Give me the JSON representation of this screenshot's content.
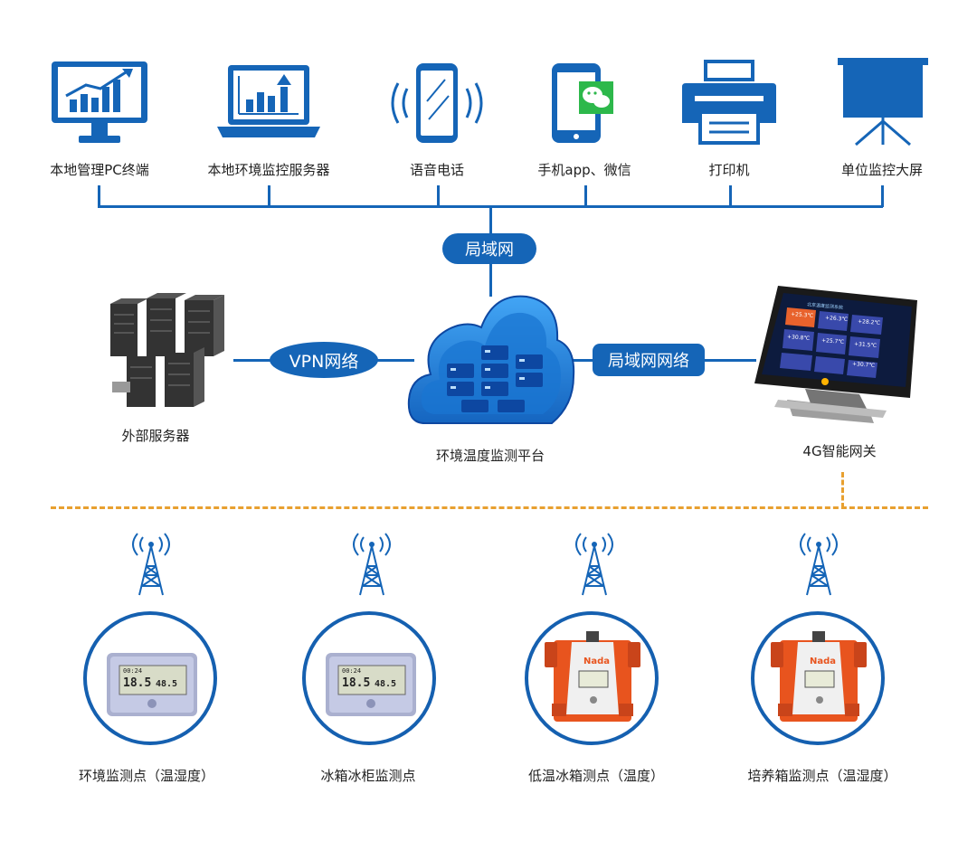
{
  "top_devices": [
    {
      "label": "本地管理PC终端",
      "icon": "monitor-chart-icon"
    },
    {
      "label": "本地环境监控服务器",
      "icon": "laptop-chart-icon"
    },
    {
      "label": "语音电话",
      "icon": "phone-voice-icon"
    },
    {
      "label": "手机app、微信",
      "icon": "mobile-wechat-icon"
    },
    {
      "label": "打印机",
      "icon": "printer-icon"
    },
    {
      "label": "单位监控大屏",
      "icon": "projector-screen-icon"
    }
  ],
  "lan_label": "局域网",
  "middle": {
    "external_server_label": "外部服务器",
    "vpn_label": "VPN网络",
    "platform_label": "环境温度监测平台",
    "lan_network_label": "局域网网络",
    "gateway_label": "4G智能网关",
    "gateway_screen": {
      "title": "北京温度监测系统",
      "cells": [
        "+25.3℃",
        "+26.3℃",
        "+28.2℃",
        "+30.8℃",
        "+25.7℃",
        "+31.5℃",
        "+30.7℃"
      ]
    }
  },
  "sensors": [
    {
      "label": "环境监测点（温湿度）",
      "type": "lcd",
      "reading_time": "00:24",
      "temp": "18.5",
      "hum": "48.5"
    },
    {
      "label": "冰箱冰柜监测点",
      "type": "lcd",
      "reading_time": "00:24",
      "temp": "18.5",
      "hum": "48.5"
    },
    {
      "label": "低温冰箱测点（温度）",
      "type": "orange",
      "brand": "Nada"
    },
    {
      "label": "培养箱监测点（温湿度）",
      "type": "orange",
      "brand": "Nada"
    }
  ],
  "colors": {
    "primary": "#1565b7",
    "dashed": "#e8a030",
    "cloud": "#1e88e5"
  }
}
